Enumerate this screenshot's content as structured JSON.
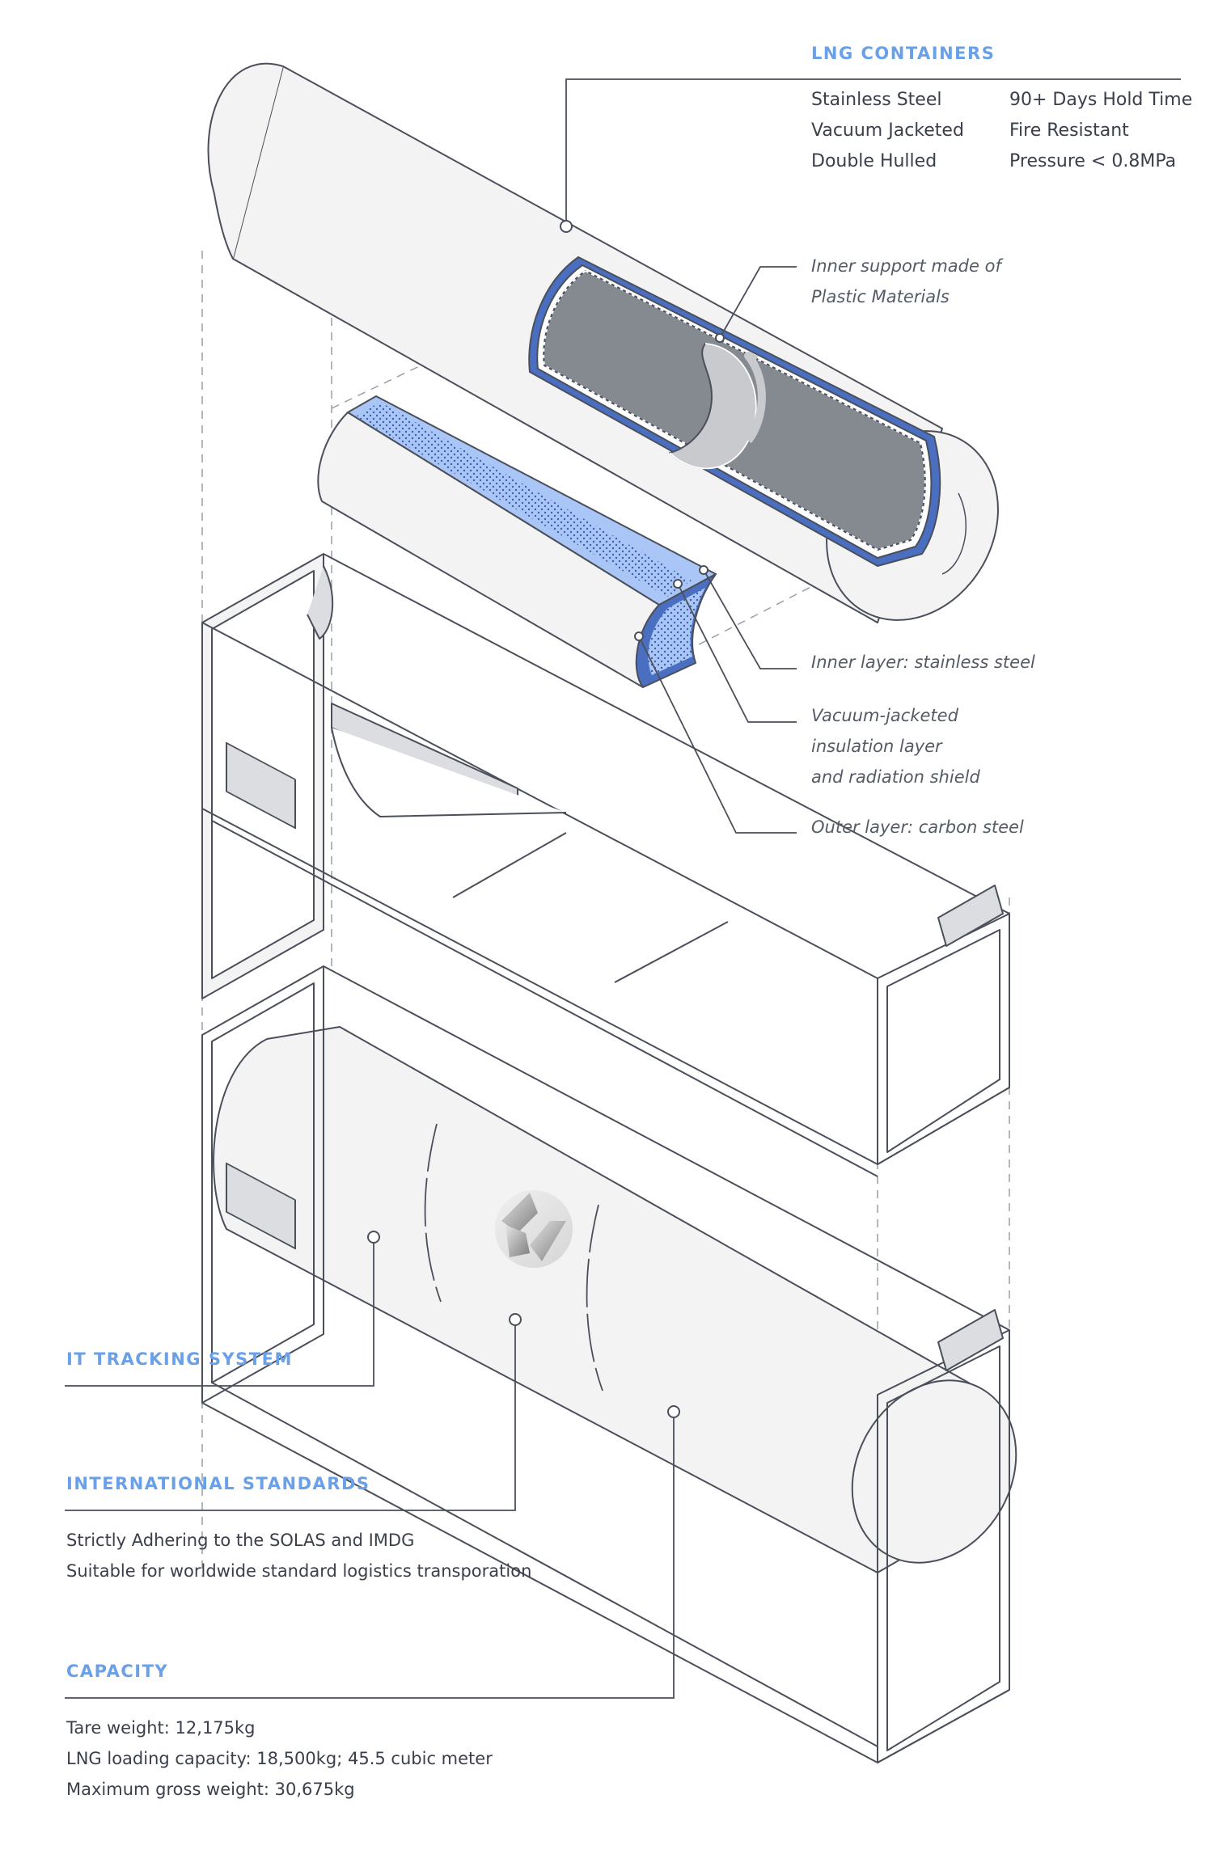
{
  "lng_containers": {
    "heading": "LNG CONTAINERS",
    "features_left": [
      "Stainless Steel",
      "Vacuum Jacketed",
      "Double Hulled"
    ],
    "features_right": [
      "90+ Days Hold Time",
      "Fire Resistant",
      "Pressure < 0.8MPa"
    ]
  },
  "callouts": {
    "inner_support": [
      "Inner support made of",
      "Plastic Materials"
    ],
    "inner_layer": "Inner layer: stainless steel",
    "vacuum_layer": [
      "Vacuum-jacketed",
      "insulation layer",
      "and radiation shield"
    ],
    "outer_layer": "Outer layer: carbon steel"
  },
  "it_tracking": {
    "heading": "IT TRACKING SYSTEM"
  },
  "international_standards": {
    "heading": "INTERNATIONAL STANDARDS",
    "lines": [
      "Strictly Adhering to the SOLAS and IMDG",
      "Suitable for worldwide standard logistics transporation"
    ]
  },
  "capacity": {
    "heading": "CAPACITY",
    "lines": [
      "Tare weight: 12,175kg",
      "LNG loading capacity: 18,500kg; 45.5 cubic meter",
      "Maximum gross weight: 30,675kg"
    ]
  },
  "colors": {
    "accent": "#6aa0e8",
    "line": "#4a4f5a",
    "tank_fill": "#f3f3f4",
    "inner_fill": "#858a91",
    "insulation_blue": "#a9c6f7",
    "shell_blue": "#4a6fc0"
  }
}
